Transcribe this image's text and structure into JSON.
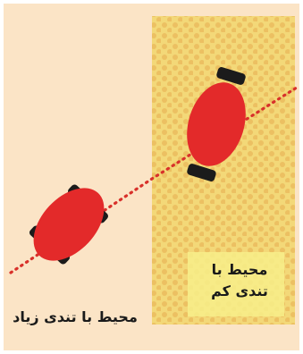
{
  "diagram": {
    "labels": {
      "low_speed_line1": "محیط با",
      "low_speed_line2": "تندی کم",
      "high_speed": "محیط با تندی زیاد"
    },
    "colors": {
      "background": "#fbe4c6",
      "dotted_region": "#f3d878",
      "dots": "#e9b85a",
      "highlight_box": "#f7ee8a",
      "car_body": "#e32a2a",
      "wheels": "#1b1b1b",
      "path": "#d8302a"
    },
    "icons": {
      "vehicle": "car-top-view-icon"
    }
  }
}
